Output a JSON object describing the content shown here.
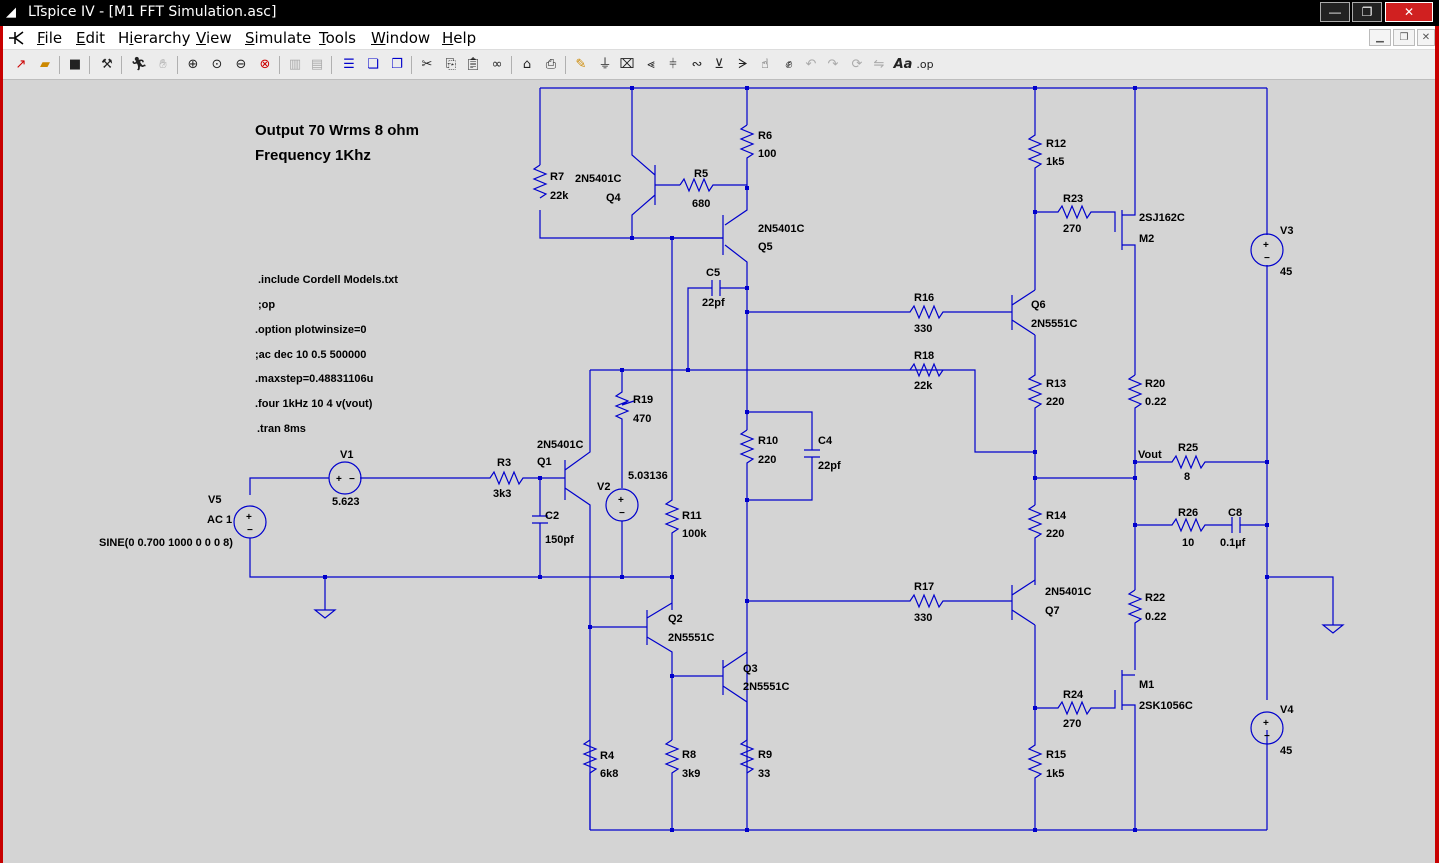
{
  "window": {
    "title": "LTspice IV - [M1 FFT Simulation.asc]",
    "min_glyph": "—",
    "max_glyph": "❐",
    "close_glyph": "✕"
  },
  "menu": {
    "items": [
      {
        "key": "F",
        "rest": "ile"
      },
      {
        "key": "E",
        "rest": "dit"
      },
      {
        "key": "H",
        "rest": "ierarchy",
        "pre": ""
      },
      {
        "key": "V",
        "rest": "iew"
      },
      {
        "key": "S",
        "rest": "imulate"
      },
      {
        "key": "T",
        "rest": "ools"
      },
      {
        "key": "W",
        "rest": "indow"
      },
      {
        "key": "H",
        "rest": "elp"
      }
    ]
  },
  "toolbar": {
    "icons": [
      "new-schematic-icon",
      "open-icon",
      "save-icon",
      "control-panel-icon",
      "run-icon",
      "halt-icon",
      "zoom-in-icon",
      "zoom-full-icon",
      "zoom-out-icon",
      "zoom-cancel-icon",
      "tile-vertical-icon",
      "tile-horizontal-icon",
      "cascade-icon",
      "close-window-icon",
      "cut-icon",
      "copy-icon",
      "paste-icon",
      "find-icon",
      "print-setup-icon",
      "print-icon",
      "draw-wire-icon",
      "ground-icon",
      "label-net-icon",
      "resistor-icon",
      "capacitor-icon",
      "inductor-icon",
      "diode-icon",
      "component-icon",
      "move-icon",
      "drag-icon",
      "undo-icon",
      "redo-icon",
      "rotate-icon",
      "mirror-icon",
      "text-icon",
      "spice-directive-icon"
    ],
    "text_label": "Aa",
    "directive_label": ".op"
  },
  "schematic": {
    "heading_line1": "Output 70 Wrms 8 ohm",
    "heading_line2": "Frequency 1Khz",
    "accent_color": "#0000cc",
    "wire_color": "#0000cc",
    "directives": [
      ".include Cordell Models.txt",
      ";op",
      ".option plotwinsize=0",
      ";ac dec 10 0.5 500000",
      ".maxstep=0.48831106u",
      ".four 1kHz 10 4 v(vout)",
      ".tran 8ms"
    ],
    "labels": {
      "R7": "R7",
      "R7v": "22k",
      "Q4n": "2N5401C",
      "Q4": "Q4",
      "R5": "R5",
      "R5v": "680",
      "R6": "R6",
      "R6v": "100",
      "Q5n": "2N5401C",
      "Q5": "Q5",
      "C5": "C5",
      "C5v": "22pf",
      "R19": "R19",
      "R19v": "470",
      "Q1n": "2N5401C",
      "Q1": "Q1",
      "V2": "V2",
      "V2v": "5.03136",
      "V1": "V1",
      "V1v": "5.623",
      "V5": "V5",
      "V5ac": "AC 1",
      "V5sine": "SINE(0 0.700 1000 0 0 0 8)",
      "R3": "R3",
      "R3v": "3k3",
      "C2": "C2",
      "C2v": "150pf",
      "R10": "R10",
      "R10v": "220",
      "C4": "C4",
      "C4v": "22pf",
      "R11": "R11",
      "R11v": "100k",
      "Q2": "Q2",
      "Q2n": "2N5551C",
      "Q3": "Q3",
      "Q3n": "2N5551C",
      "R4": "R4",
      "R4v": "6k8",
      "R8": "R8",
      "R8v": "3k9",
      "R9": "R9",
      "R9v": "33",
      "R12": "R12",
      "R12v": "1k5",
      "R23": "R23",
      "R23v": "270",
      "M2n": "2SJ162C",
      "M2": "M2",
      "V3": "V3",
      "V3v": "45",
      "R16": "R16",
      "R16v": "330",
      "Q6": "Q6",
      "Q6n": "2N5551C",
      "R18": "R18",
      "R18v": "22k",
      "R13": "R13",
      "R13v": "220",
      "R20": "R20",
      "R20v": "0.22",
      "Vout": "Vout",
      "R25": "R25",
      "R25v": "8",
      "R14": "R14",
      "R14v": "220",
      "R26": "R26",
      "R26v": "10",
      "C8": "C8",
      "C8v": "0.1µf",
      "R17": "R17",
      "R17v": "330",
      "Q7n": "2N5401C",
      "Q7": "Q7",
      "R22": "R22",
      "R22v": "0.22",
      "M1": "M1",
      "M1n": "2SK1056C",
      "R24": "R24",
      "R24v": "270",
      "V4": "V4",
      "V4v": "45",
      "R15": "R15",
      "R15v": "1k5"
    }
  }
}
